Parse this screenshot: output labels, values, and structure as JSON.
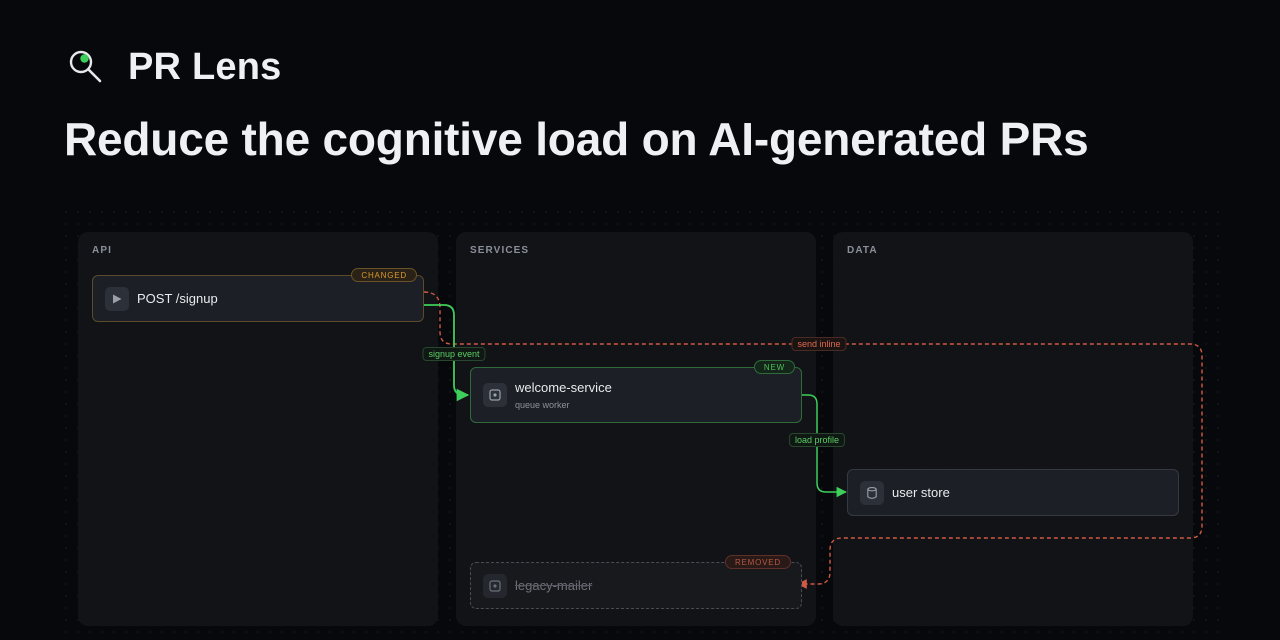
{
  "brand": {
    "name": "PR Lens",
    "icon": "magnifier-icon",
    "accent": "#3ecf5a"
  },
  "headline": "Reduce the cognitive load on AI-generated PRs",
  "lanes": {
    "api": "API",
    "services": "SERVICES",
    "data": "DATA"
  },
  "nodes": {
    "signup": {
      "title": "POST /signup",
      "badge": "CHANGED",
      "icon": "play-icon"
    },
    "welcome": {
      "title": "welcome-service",
      "subtitle": "queue worker",
      "badge": "NEW",
      "icon": "service-icon"
    },
    "userstore": {
      "title": "user store",
      "icon": "database-icon"
    },
    "mailer": {
      "title": "legacy-mailer",
      "badge": "REMOVED",
      "icon": "service-icon"
    }
  },
  "edges": {
    "signup_event": "signup event",
    "send_inline": "send inline",
    "load_profile": "load profile"
  },
  "colors": {
    "added": "#3ecf5a",
    "removed": "#d05a44",
    "changed": "#d89a2e"
  }
}
